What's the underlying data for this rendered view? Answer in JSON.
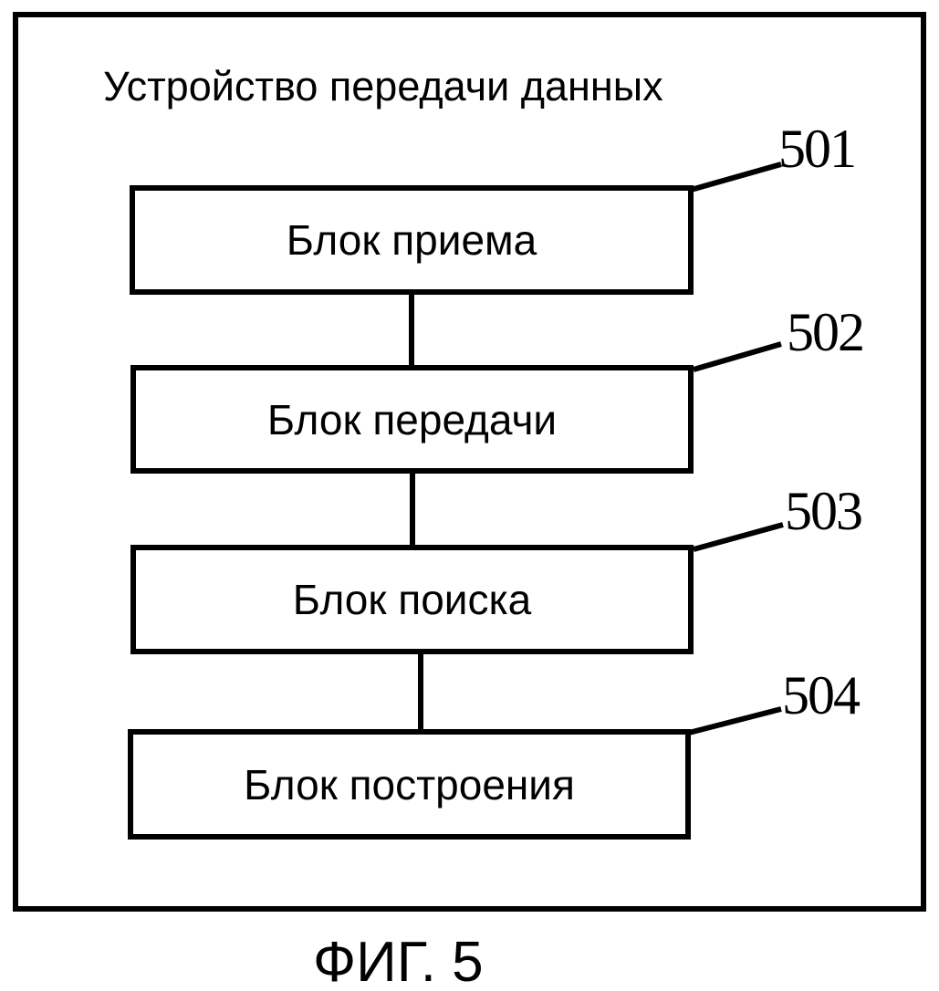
{
  "diagram": {
    "title": "Устройство передачи данных",
    "blocks": [
      {
        "label": "Блок приема",
        "ref": "501"
      },
      {
        "label": "Блок передачи",
        "ref": "502"
      },
      {
        "label": "Блок поиска",
        "ref": "503"
      },
      {
        "label": "Блок построения",
        "ref": "504"
      }
    ],
    "caption": "ФИГ. 5",
    "colors": {
      "ink": "#000000",
      "background": "#ffffff"
    }
  }
}
